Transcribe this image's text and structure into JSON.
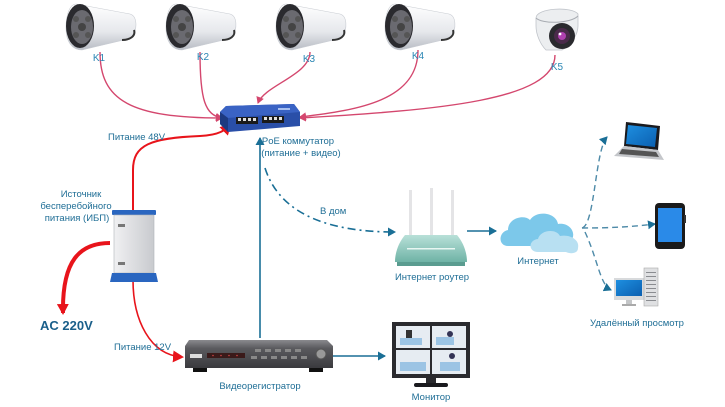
{
  "diagram": {
    "title": "",
    "colors": {
      "power_line": "#e8141b",
      "video_line": "#d4476e",
      "network_line": "#1a6f96",
      "label_text": "#1f6e96",
      "switch_blue": "#2a4fa8",
      "router_teal": "#8ccbc0",
      "cloud_blue": "#7cc8ea"
    },
    "cameras": [
      {
        "id": "K1",
        "label": "K1",
        "type": "bullet-camera"
      },
      {
        "id": "K2",
        "label": "K2",
        "type": "bullet-camera"
      },
      {
        "id": "K3",
        "label": "K3",
        "type": "bullet-camera"
      },
      {
        "id": "K4",
        "label": "K4",
        "type": "bullet-camera"
      },
      {
        "id": "K5",
        "label": "K5",
        "type": "dome-camera"
      }
    ],
    "nodes": {
      "poe_switch": {
        "label_line1": "PoE коммутатор",
        "label_line2": "(питание + видео)",
        "icon": "network-switch-icon"
      },
      "ups": {
        "label_line1": "Источник",
        "label_line2": "бесперебойного",
        "label_line3": "питания (ИБП)",
        "icon": "ups-icon"
      },
      "ac": {
        "label": "AC 220V"
      },
      "dvr": {
        "label": "Видеорегистратор",
        "icon": "dvr-icon"
      },
      "monitor": {
        "label": "Монитор",
        "icon": "monitor-icon"
      },
      "router": {
        "label": "Интернет роутер",
        "icon": "router-icon"
      },
      "internet": {
        "label": "Интернет",
        "icon": "cloud-icon"
      },
      "remote": {
        "label": "Удалённый просмотр",
        "devices": [
          "laptop-icon",
          "tablet-icon",
          "desktop-computer-icon"
        ]
      }
    },
    "edges": [
      {
        "from": "K1",
        "to": "poe_switch",
        "kind": "video"
      },
      {
        "from": "K2",
        "to": "poe_switch",
        "kind": "video"
      },
      {
        "from": "K3",
        "to": "poe_switch",
        "kind": "video"
      },
      {
        "from": "K4",
        "to": "poe_switch",
        "kind": "video"
      },
      {
        "from": "K5",
        "to": "poe_switch",
        "kind": "video"
      },
      {
        "from": "ups",
        "to": "poe_switch",
        "kind": "power",
        "label": "Питание 48V"
      },
      {
        "from": "ups",
        "to": "dvr",
        "kind": "power",
        "label": "Питание 12V"
      },
      {
        "from": "ups",
        "to": "ac",
        "kind": "power"
      },
      {
        "from": "dvr",
        "to": "poe_switch",
        "kind": "network"
      },
      {
        "from": "dvr",
        "to": "monitor",
        "kind": "network"
      },
      {
        "from": "poe_switch",
        "to": "router",
        "kind": "network-dashed",
        "label": "В дом"
      },
      {
        "from": "router",
        "to": "internet",
        "kind": "network"
      },
      {
        "from": "internet",
        "to": "laptop",
        "kind": "network-dashed"
      },
      {
        "from": "internet",
        "to": "tablet",
        "kind": "network-dashed"
      },
      {
        "from": "internet",
        "to": "desktop",
        "kind": "network-dashed"
      }
    ],
    "edge_labels": {
      "power48": "Питание 48V",
      "power12": "Питание 12V",
      "to_home": "В дом"
    }
  }
}
